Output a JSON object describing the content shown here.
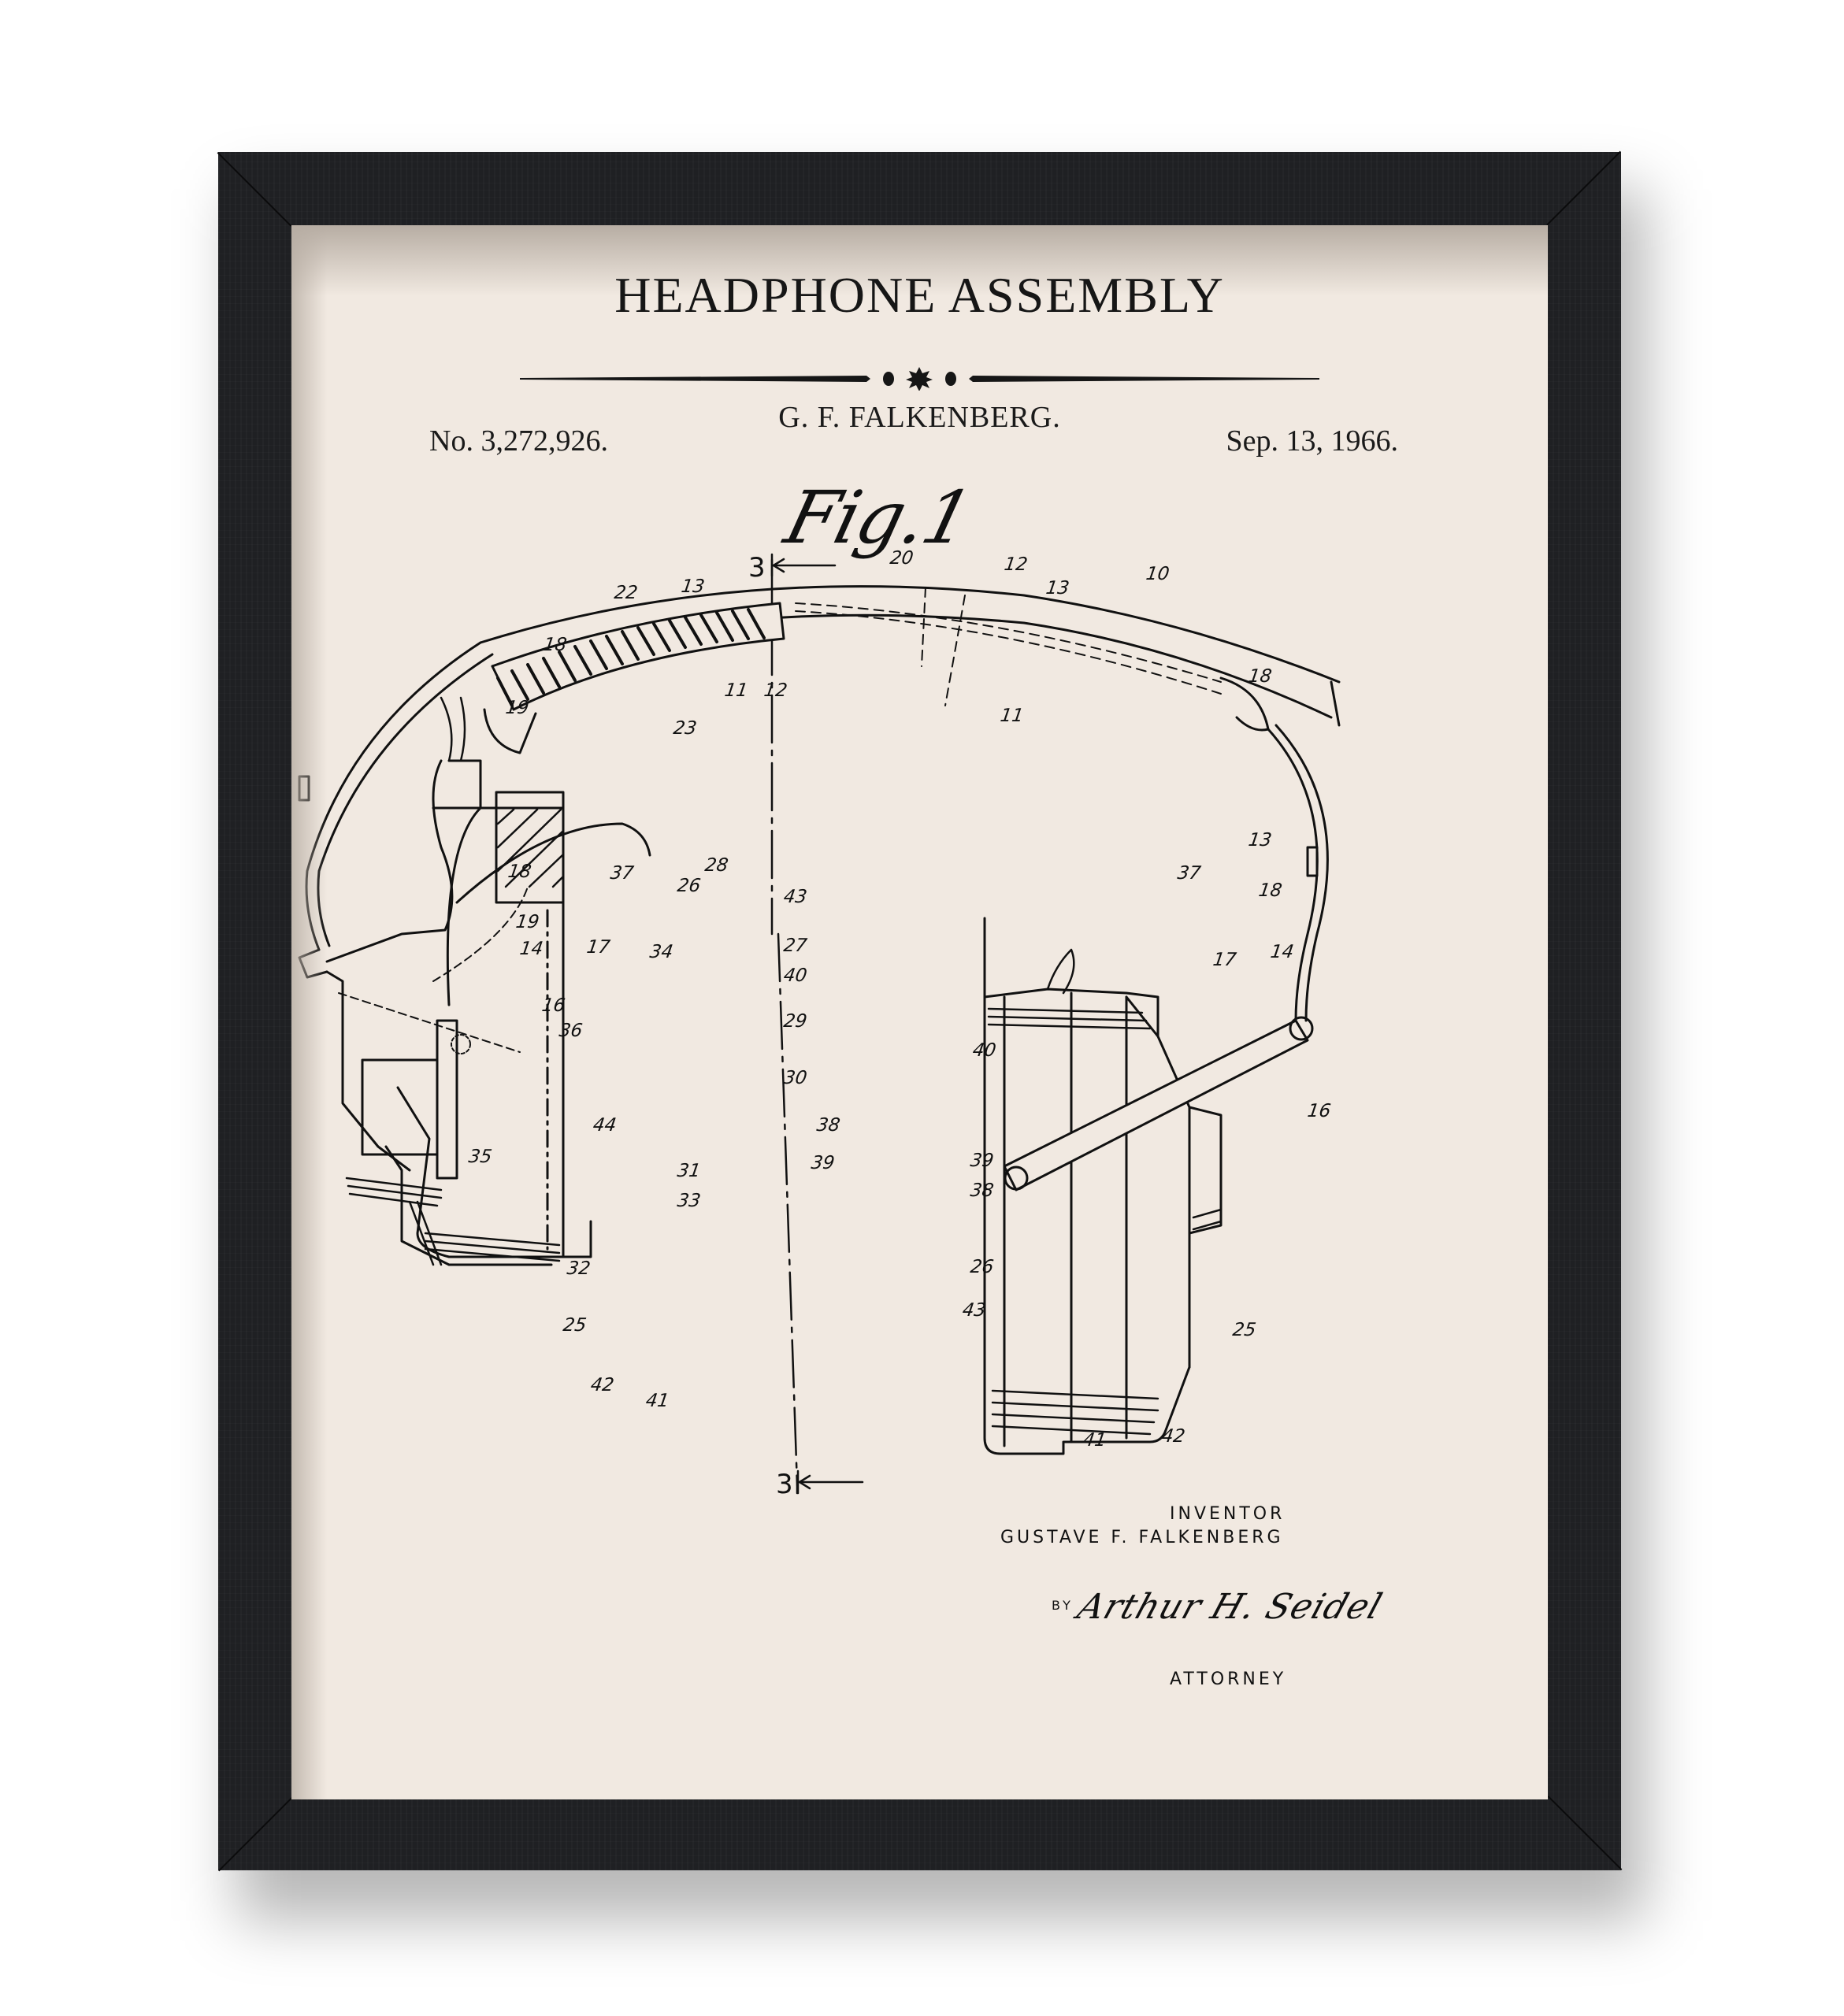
{
  "poster": {
    "title": "HEADPHONE ASSEMBLY",
    "inventor_short": "G. F. FALKENBERG.",
    "patent_number": "No. 3,272,926.",
    "date": "Sep. 13, 1966.",
    "figure_label": "Fig.1",
    "colors": {
      "frame": "#1f2023",
      "paper": "#f1e9e1",
      "ink": "#111111"
    }
  },
  "drawing": {
    "section_marker_top": "3",
    "section_marker_bottom": "3",
    "reference_numerals": {
      "headband": [
        "10",
        "11",
        "12",
        "13",
        "18",
        "19",
        "20",
        "22",
        "23"
      ],
      "left_cup": [
        "14",
        "16",
        "17",
        "18",
        "19",
        "25",
        "26",
        "27",
        "28",
        "29",
        "30",
        "31",
        "32",
        "33",
        "34",
        "35",
        "36",
        "37",
        "38",
        "39",
        "40",
        "41",
        "42",
        "43",
        "44"
      ],
      "right_cup": [
        "13",
        "14",
        "16",
        "17",
        "18",
        "25",
        "26",
        "37",
        "38",
        "39",
        "40",
        "41",
        "42",
        "43"
      ]
    },
    "labels": {
      "l10": "10",
      "l20": "20",
      "l12a": "12",
      "l13a": "13",
      "l11a": "11",
      "l18a": "18",
      "l22": "22",
      "l13b": "13",
      "l18b": "18",
      "l11b": "11",
      "l12b": "12",
      "l19a": "19",
      "l23": "23",
      "l18c": "18",
      "l19b": "19",
      "l14a": "14",
      "l16a": "16",
      "l17a": "17",
      "l36": "36",
      "l37a": "37",
      "l26a": "26",
      "l28": "28",
      "l43a": "43",
      "l27": "27",
      "l34": "34",
      "l40a": "40",
      "l29": "29",
      "l30": "30",
      "l44": "44",
      "l35": "35",
      "l38a": "38",
      "l39a": "39",
      "l31": "31",
      "l33": "33",
      "l32": "32",
      "l25a": "25",
      "l42a": "42",
      "l41a": "41",
      "l37b": "37",
      "l13c": "13",
      "l18d": "18",
      "l14b": "14",
      "l17b": "17",
      "l40b": "40",
      "l16b": "16",
      "l39b": "39",
      "l38b": "38",
      "l26b": "26",
      "l43b": "43",
      "l25b": "25",
      "l41b": "41",
      "l42b": "42"
    }
  },
  "inventor_block": {
    "inventor_label": "INVENTOR",
    "inventor_name": "GUSTAVE F. FALKENBERG",
    "by_label": "BY",
    "signature": "Arthur H. Seidel",
    "attorney_label": "ATTORNEY"
  }
}
